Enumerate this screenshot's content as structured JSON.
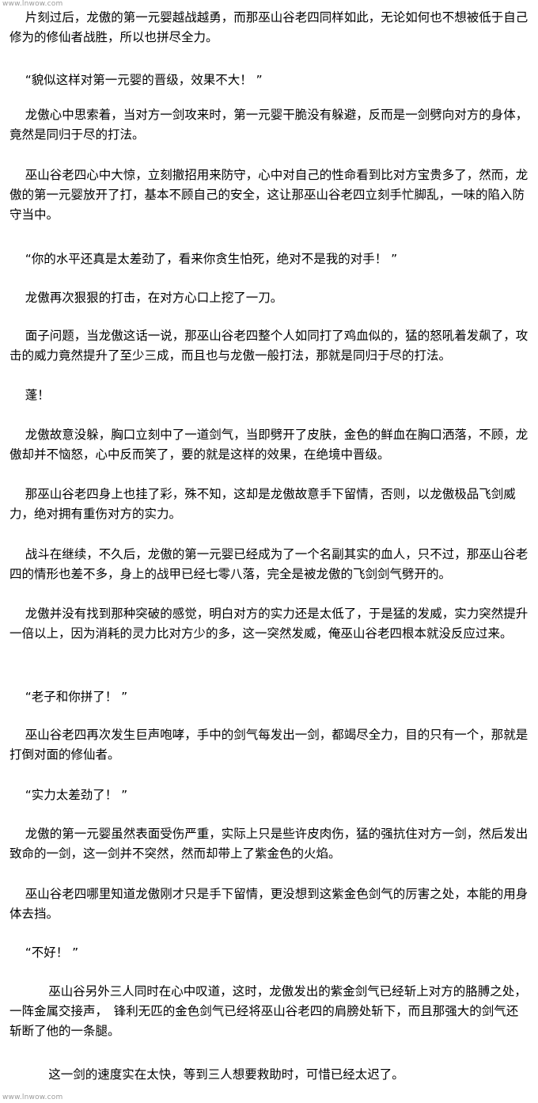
{
  "watermark": "www.lnwow.com",
  "paragraphs": [
    "    片刻过后，龙傲的第一元婴越战越勇，而那巫山谷老四同样如此，无论如何也不想被低于自己修为的修仙者战胜，所以也拼尽全力。",
    "    “貌似这样对第一元婴的晋级，效果不大！ ”",
    "    龙傲心中思索着，当对方一剑攻来时，第一元婴干脆没有躲避，反而是一剑劈向对方的身体，竟然是同归于尽的打法。",
    "    巫山谷老四心中大惊，立刻撤招用来防守，心中对自己的性命看到比对方宝贵多了，然而，龙傲的第一元婴放开了打，基本不顾自己的安全，这让那巫山谷老四立刻手忙脚乱，一味的陷入防守当中。",
    "    “你的水平还真是太差劲了，看来你贪生怕死，绝对不是我的对手！ ”",
    "    龙傲再次狠狠的打击，在对方心口上挖了一刀。",
    "    面子问题，当龙傲这话一说，那巫山谷老四整个人如同打了鸡血似的，猛的怒吼着发飙了，攻击的威力竟然提升了至少三成，而且也与龙傲一般打法，那就是同归于尽的打法。",
    "    蓬！",
    "    龙傲故意没躲，胸口立刻中了一道剑气，当即劈开了皮肤，金色的鲜血在胸口洒落，不顾，龙傲却并不恼怒，心中反而笑了，要的就是这样的效果，在绝境中晋级。",
    "    那巫山谷老四身上也挂了彩，殊不知，这却是龙傲故意手下留情，否则，以龙傲极品飞剑威力，绝对拥有重伤对方的实力。",
    "    战斗在继续，不久后，龙傲的第一元婴已经成为了一个名副其实的血人，只不过，那巫山谷老四的情形也差不多，身上的战甲已经七零八落，完全是被龙傲的飞剑剑气劈开的。",
    "    龙傲并没有找到那种突破的感觉，明白对方的实力还是太低了，于是猛的发威，实力突然提升一倍以上，因为消耗的灵力比对方少的多，这一突然发威，俺巫山谷老四根本就没反应过来。",
    "    “老子和你拼了！ ”",
    "    巫山谷老四再次发生巨声咆哮，手中的剑气每发出一剑，都竭尽全力，目的只有一个，那就是打倒对面的修仙者。",
    "    “实力太差劲了！ ”",
    "    龙傲的第一元婴虽然表面受伤严重，实际上只是些许皮肉伤，猛的强抗住对方一剑，然后发出致命的一剑，这一剑并不突然，然而却带上了紫金色的火焰。",
    "    巫山谷老四哪里知道龙傲刚才只是手下留情，更没想到这紫金色剑气的厉害之处，本能的用身体去挡。",
    "    “不好！ ”",
    "          巫山谷另外三人同时在心中叹道，这时，龙傲发出的紫金剑气已经斩上对方的胳膊之处，一阵金属交接声，　锋利无匹的金色剑气已经将巫山谷老四的肩膀处斩下，而且那强大的剑气还斩断了他的一条腿。",
    "          这一剑的速度实在太快，等到三人想要救助时，可惜已经太迟了。"
  ]
}
